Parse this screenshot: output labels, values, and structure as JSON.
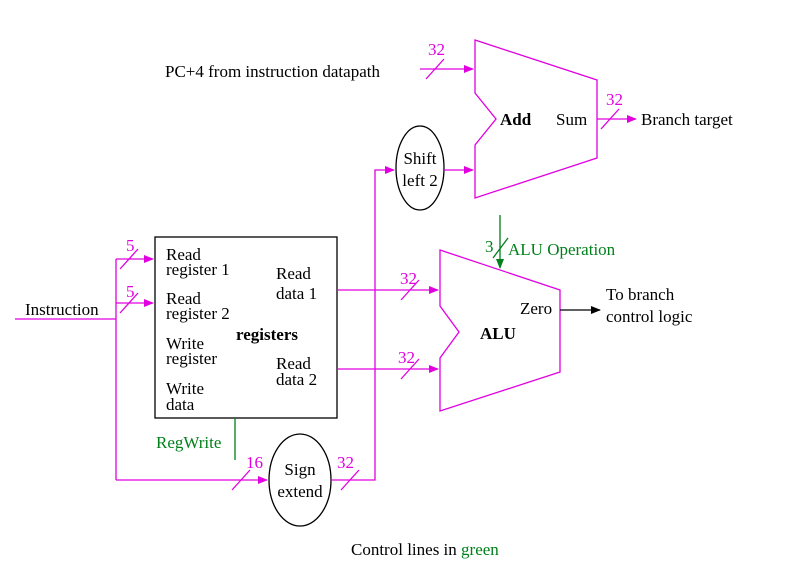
{
  "labels": {
    "pc4": "PC+4 from instruction datapath",
    "add": "Add",
    "sum": "Sum",
    "branch_target": "Branch target",
    "shift_line1": "Shift",
    "shift_line2": "left 2",
    "alu_operation": "ALU Operation",
    "alu_op_width": "3",
    "alu": "ALU",
    "zero": "Zero",
    "to_branch_line1": "To branch",
    "to_branch_line2": "control logic",
    "instruction": "Instruction",
    "read_reg1_line1": "Read",
    "read_reg1_line2": "register 1",
    "read_reg2_line1": "Read",
    "read_reg2_line2": "register 2",
    "write_reg_line1": "Write",
    "write_reg_line2": "register",
    "write_data_line1": "Write",
    "write_data_line2": "data",
    "read_data1_line1": "Read",
    "read_data1_line2": "data 1",
    "read_data2_line1": "Read",
    "read_data2_line2": "data 2",
    "registers": "registers",
    "regwrite": "RegWrite",
    "sign_line1": "Sign",
    "sign_line2": "extend",
    "footer_prefix": "Control lines in ",
    "footer_green": "green"
  },
  "bus_widths": {
    "pc4": "32",
    "sum_out": "32",
    "read_reg1": "5",
    "read_reg2": "5",
    "read_data1": "32",
    "read_data2": "32",
    "sign_in": "16",
    "sign_out": "32"
  },
  "colors": {
    "datapath": "#e000e0",
    "control": "#00801a",
    "outline": "#000000"
  }
}
